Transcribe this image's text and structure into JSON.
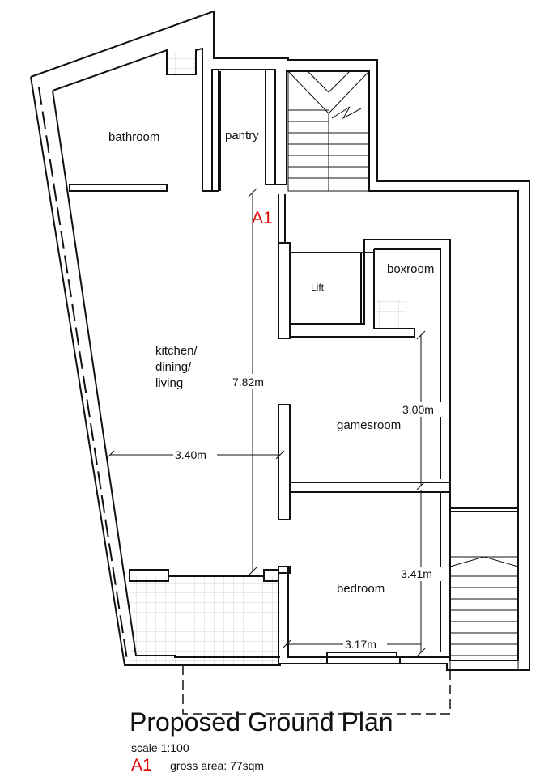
{
  "plan": {
    "rooms": {
      "bathroom": "bathroom",
      "pantry": "pantry",
      "kitchen_line1": "kitchen/",
      "kitchen_line2": "dining/",
      "kitchen_line3": "living",
      "lift": "Lift",
      "boxroom": "boxroom",
      "gamesroom": "gamesroom",
      "bedroom": "bedroom"
    },
    "dimensions": {
      "height_main": "7.82m",
      "width_living": "3.40m",
      "games_depth": "3.00m",
      "bed_depth": "3.41m",
      "bed_width": "3.17m"
    },
    "section_marker": "A1"
  },
  "footer": {
    "title": "Proposed Ground Plan",
    "scale": "scale 1:100",
    "marker": "A1",
    "gross_area": "gross area: 77sqm"
  },
  "colors": {
    "line": "#111111",
    "accent": "#e00000",
    "tile": "#c8c8c8"
  }
}
